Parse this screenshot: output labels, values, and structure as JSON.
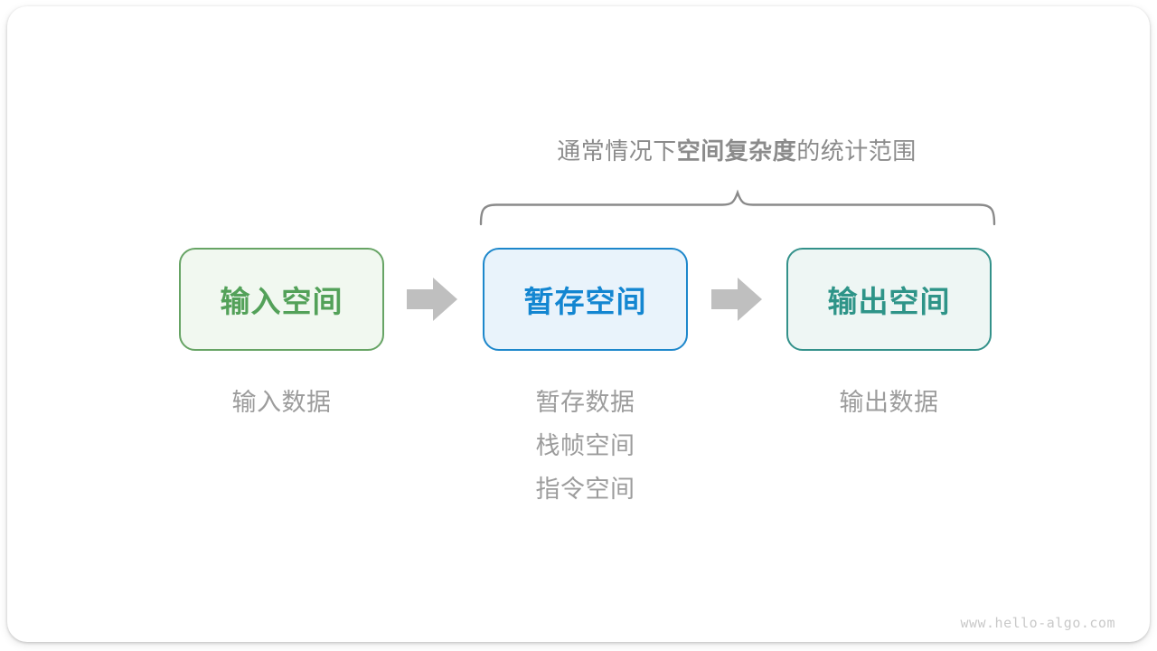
{
  "title": {
    "prefix": "通常情况下",
    "bold": "空间复杂度",
    "suffix": "的统计范围"
  },
  "boxes": [
    {
      "id": "input-space",
      "label": "输入空间",
      "border_color": "#67a465",
      "fill_color": "#f1f8f0",
      "text_color": "#53a159"
    },
    {
      "id": "buffer-space",
      "label": "暂存空间",
      "border_color": "#1d87cb",
      "fill_color": "#e9f3fb",
      "text_color": "#1386d1"
    },
    {
      "id": "output-space",
      "label": "输出空间",
      "border_color": "#33918a",
      "fill_color": "#eef6f4",
      "text_color": "#2e9488"
    }
  ],
  "captions": {
    "input": "输入数据",
    "buffer": [
      "暂存数据",
      "栈帧空间",
      "指令空间"
    ],
    "output": "输出数据"
  },
  "watermark": "www.hello-algo.com",
  "colors": {
    "title_text": "#8b8b8b",
    "brace": "#8a8a8a",
    "arrow": "#bfbfbf",
    "caption_text": "#9c9c9c",
    "watermark_text": "#c9c9c9",
    "card_background": "#ffffff"
  }
}
